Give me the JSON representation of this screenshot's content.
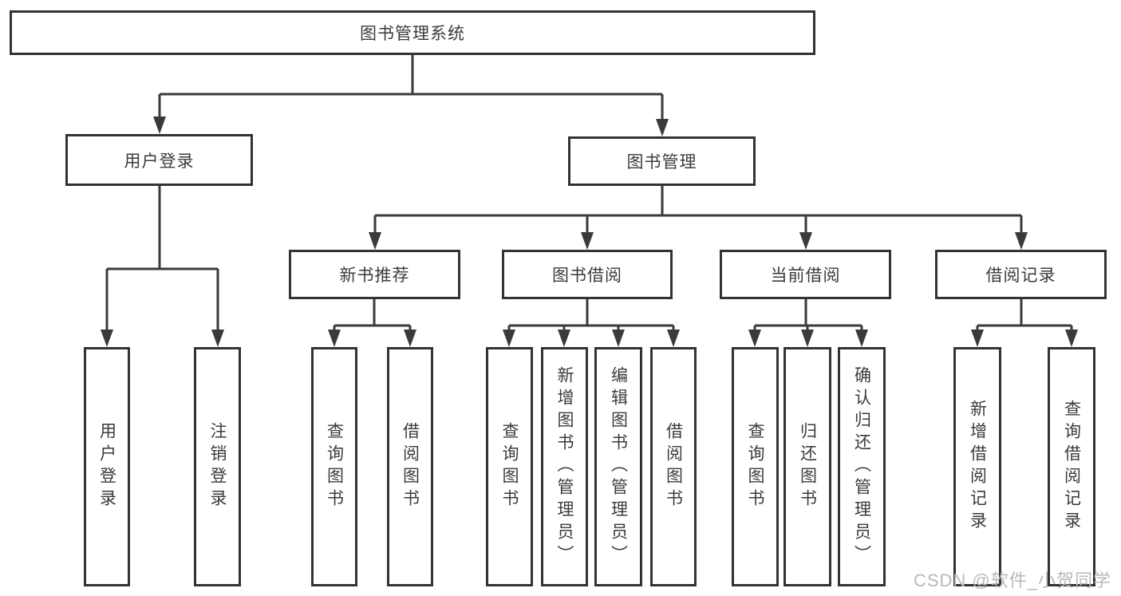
{
  "diagram": {
    "colors": {
      "bg": "#ffffff",
      "line": "#3a3a3a",
      "border": "#333333",
      "text": "#3b3b3b",
      "watermark": "#b9b9b9"
    },
    "root": {
      "label": "图书管理系统"
    },
    "level2": [
      {
        "label": "用户登录"
      },
      {
        "label": "图书管理"
      }
    ],
    "level3": [
      {
        "label": "新书推荐"
      },
      {
        "label": "图书借阅"
      },
      {
        "label": "当前借阅"
      },
      {
        "label": "借阅记录"
      }
    ],
    "leaves": [
      {
        "label": "用户登录"
      },
      {
        "label": "注销登录"
      },
      {
        "label": "查询图书"
      },
      {
        "label": "借阅图书"
      },
      {
        "label": "查询图书"
      },
      {
        "label": "新增图书（管理员）"
      },
      {
        "label": "编辑图书（管理员）"
      },
      {
        "label": "借阅图书"
      },
      {
        "label": "查询图书"
      },
      {
        "label": "归还图书"
      },
      {
        "label": "确认归还（管理员）"
      },
      {
        "label": "新增借阅记录"
      },
      {
        "label": "查询借阅记录"
      }
    ],
    "watermark": "CSDN @软件_小贺同学"
  }
}
